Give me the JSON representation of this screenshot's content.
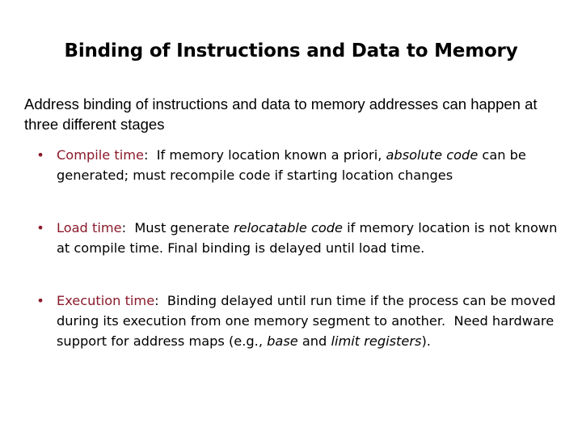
{
  "title": "Binding of Instructions and Data to Memory",
  "intro": "Address binding of instructions and data to memory addresses can happen at three different stages",
  "bullet_marker": "•",
  "accent_color": "#8b1a2b",
  "bullets": [
    {
      "term": "Compile time",
      "colon": ":",
      "text_1": "  If memory location known a priori, ",
      "em_1": "absolute code",
      "text_2": " can be generated; must recompile code if starting location changes"
    },
    {
      "term": "Load time",
      "colon": ":",
      "text_1": "  Must generate ",
      "em_1": "relocatable code",
      "text_2": " if memory location is not known at compile time. Final binding is delayed until load time."
    },
    {
      "term": "Execution time",
      "colon": ":",
      "text_1": "  Binding delayed until run time if the process can be moved during its execution from one memory segment to another.  Need hardware support for address maps (e.g., ",
      "em_1": "base",
      "text_2": " and ",
      "em_2": "limit registers",
      "text_3": ")."
    }
  ]
}
